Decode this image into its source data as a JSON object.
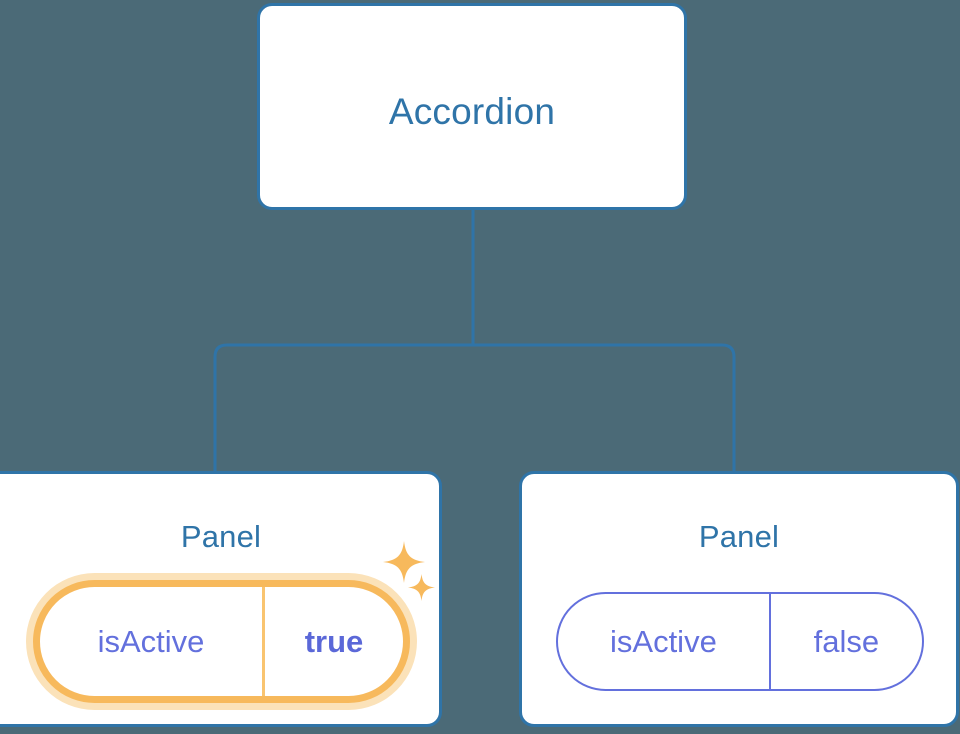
{
  "canvas": {
    "background_color": "#4b6a77",
    "node_border_color": "#2f74a8",
    "node_title_color": "#2f74a8",
    "connector_color": "#2f74a8",
    "prop_color": "#6370dd",
    "highlight_border_color": "#f7b95c",
    "highlight_glow_color": "#fbe2b9",
    "highlight_value_color": "#5b68d8",
    "sparkle_color": "#f7b95c"
  },
  "tree": {
    "root": {
      "title": "Accordion"
    },
    "children": [
      {
        "title": "Panel",
        "highlighted": true,
        "prop": {
          "key": "isActive",
          "value": "true"
        }
      },
      {
        "title": "Panel",
        "highlighted": false,
        "prop": {
          "key": "isActive",
          "value": "false"
        }
      }
    ]
  },
  "icons": {
    "sparkle_large": "sparkle-icon",
    "sparkle_small": "sparkle-icon"
  }
}
